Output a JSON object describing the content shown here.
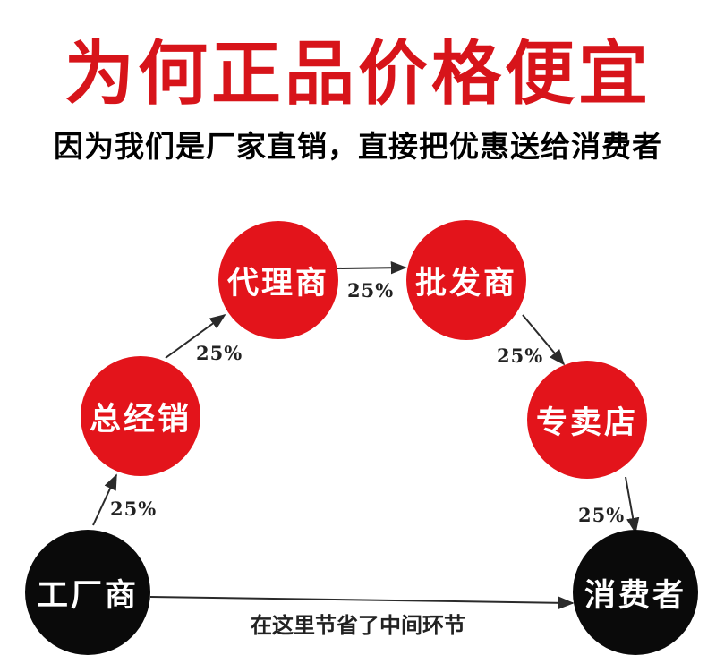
{
  "title": "为何正品价格便宜",
  "subtitle": "因为我们是厂家直销，直接把优惠送给消费者",
  "colors": {
    "title": "#d7141a",
    "node_red": "#e3141b",
    "node_black": "#0a0a0a",
    "arrow": "#2a2a2a"
  },
  "nodes": {
    "factory": "工厂商",
    "general_distributor": "总经销",
    "agent": "代理商",
    "wholesaler": "批发商",
    "specialty_store": "专卖店",
    "consumer": "消费者"
  },
  "markups": {
    "factory_to_general": "25%",
    "general_to_agent": "25%",
    "agent_to_wholesaler": "25%",
    "wholesaler_to_store": "25%",
    "store_to_consumer": "25%"
  },
  "direct_caption": "在这里节省了中间环节"
}
